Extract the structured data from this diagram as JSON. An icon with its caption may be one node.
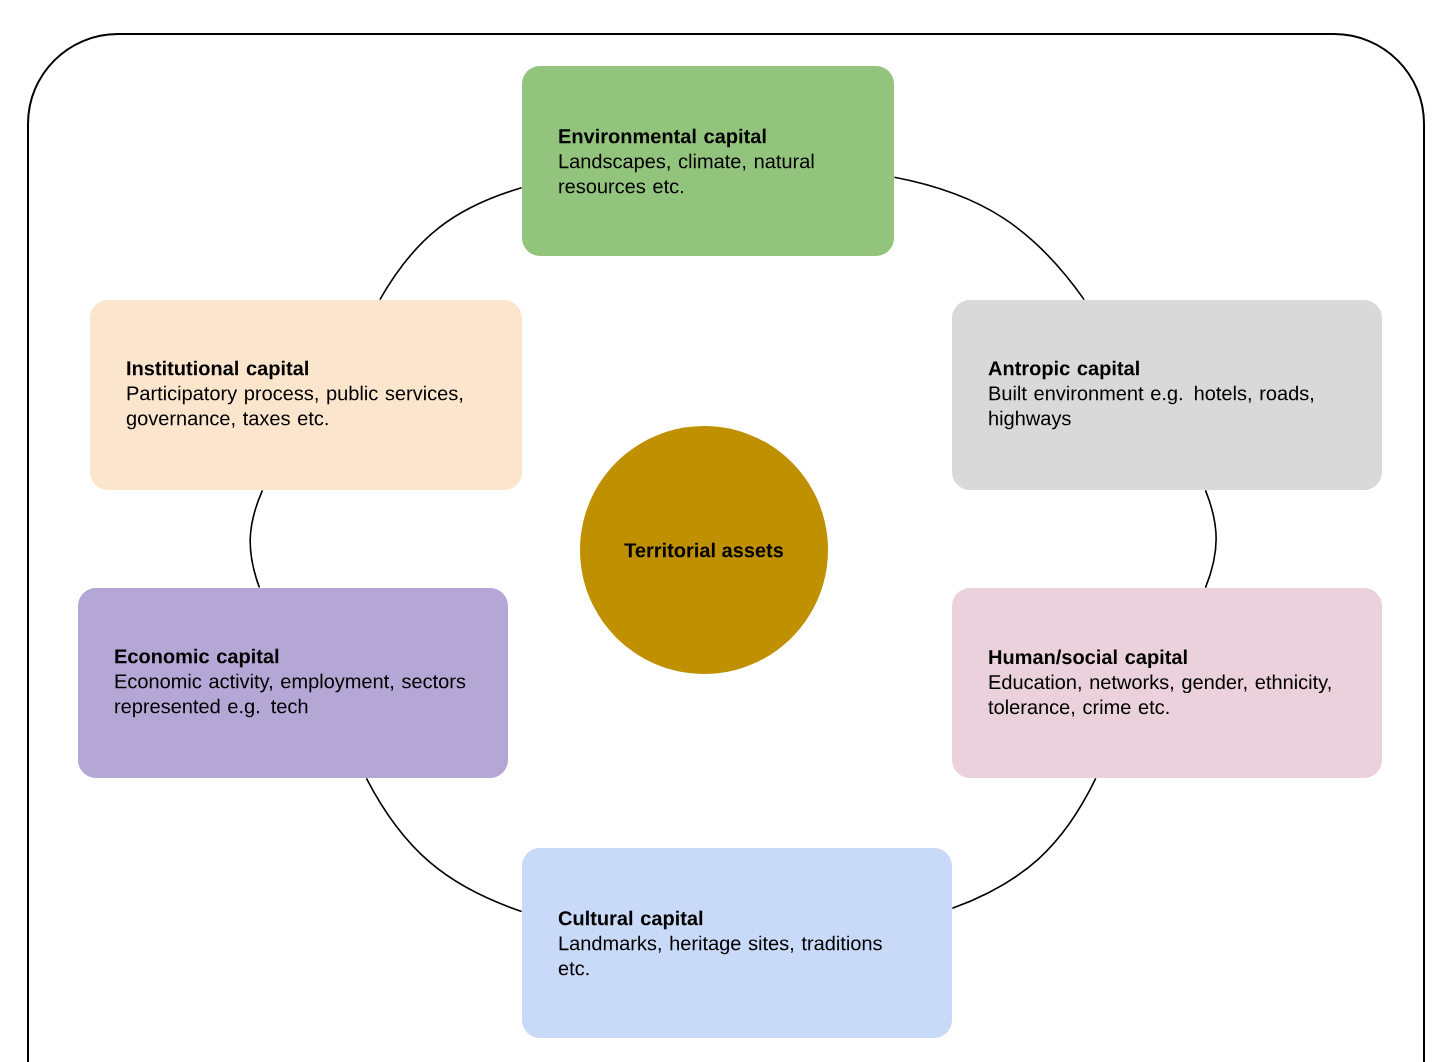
{
  "diagram": {
    "nodes": [
      {
        "text": [
          "Environmental capital",
          "Landscapes, climate, natural resources etc."
        ]
      },
      {
        "text": [
          "Institutional capital",
          "Participatory process, public services, governance, taxes etc."
        ]
      },
      {
        "text": [
          "Antropic capital",
          "Built environment e.g. hotels, roads, highways"
        ]
      },
      {
        "text": [
          "Territorial assets"
        ]
      },
      {
        "text": [
          "Economic capital",
          "Economic activity, employment, sectors represented e.g. tech"
        ]
      },
      {
        "text": [
          "Human/social capital",
          "Education, networks, gender, ethnicity, tolerance, crime etc."
        ]
      },
      {
        "text": [
          "Cultural capital",
          "Landmarks, heritage sites, traditions etc."
        ]
      }
    ],
    "edges": [
      {
        "from": 0,
        "to": 2,
        "arrow": "none"
      },
      {
        "from": 2,
        "to": 5,
        "arrow": "none"
      },
      {
        "from": 5,
        "to": 6,
        "arrow": "none"
      },
      {
        "from": 6,
        "to": 4,
        "arrow": "none"
      },
      {
        "from": 4,
        "to": 1,
        "arrow": "none"
      },
      {
        "from": 1,
        "to": 0,
        "arrow": "none"
      }
    ]
  }
}
